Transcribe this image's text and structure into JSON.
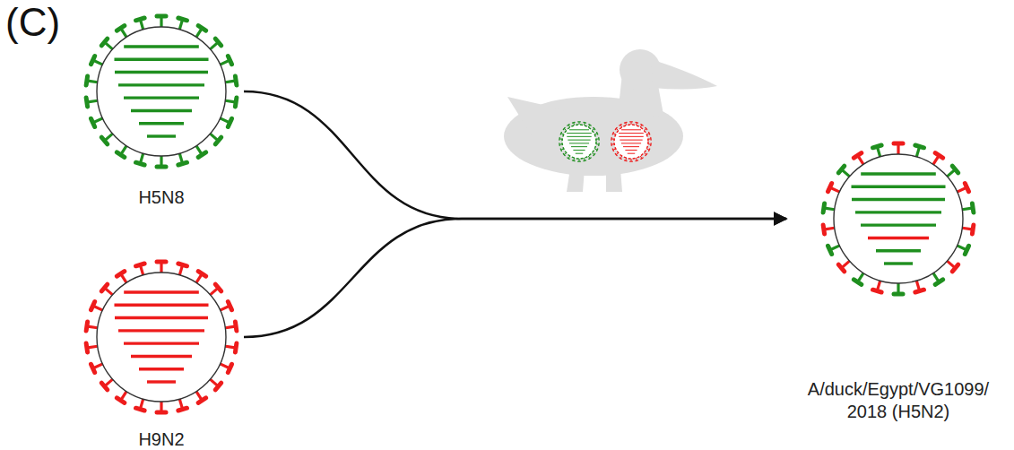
{
  "diagram": {
    "nodes": [
      {
        "text": [
          "H5N8"
        ]
      },
      {
        "text": [
          "H9N2"
        ]
      },
      {
        "text": [
          "A/duck/Egypt/VG1099/ 2018 (H5N2)"
        ]
      }
    ],
    "edges": [
      {
        "from": 0,
        "to": 2,
        "arrow": "to"
      },
      {
        "from": 1,
        "to": 2,
        "arrow": "to"
      }
    ],
    "labels": [
      "(C)"
    ]
  }
}
